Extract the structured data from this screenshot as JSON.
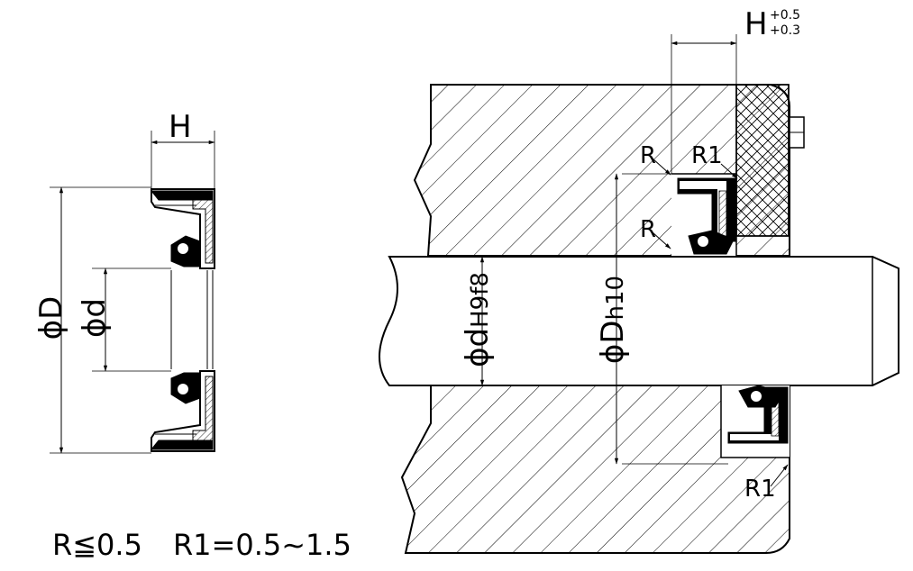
{
  "labels": {
    "left_H": "H",
    "left_D": "ϕD",
    "left_d": "ϕd",
    "shaft_d": "ϕd",
    "shaft_d_sub": "H9f8",
    "bore_D": "ϕD",
    "bore_D_sub": "h10",
    "right_H": "H",
    "tol_upper": "+0.5",
    "tol_lower": "+0.3",
    "R_top": "R",
    "R_mid": "R",
    "R1_top": "R1",
    "R1_bottom": "R1"
  },
  "formula": {
    "r": "R≦0.5",
    "r1": "R1=0.5~1.5"
  }
}
